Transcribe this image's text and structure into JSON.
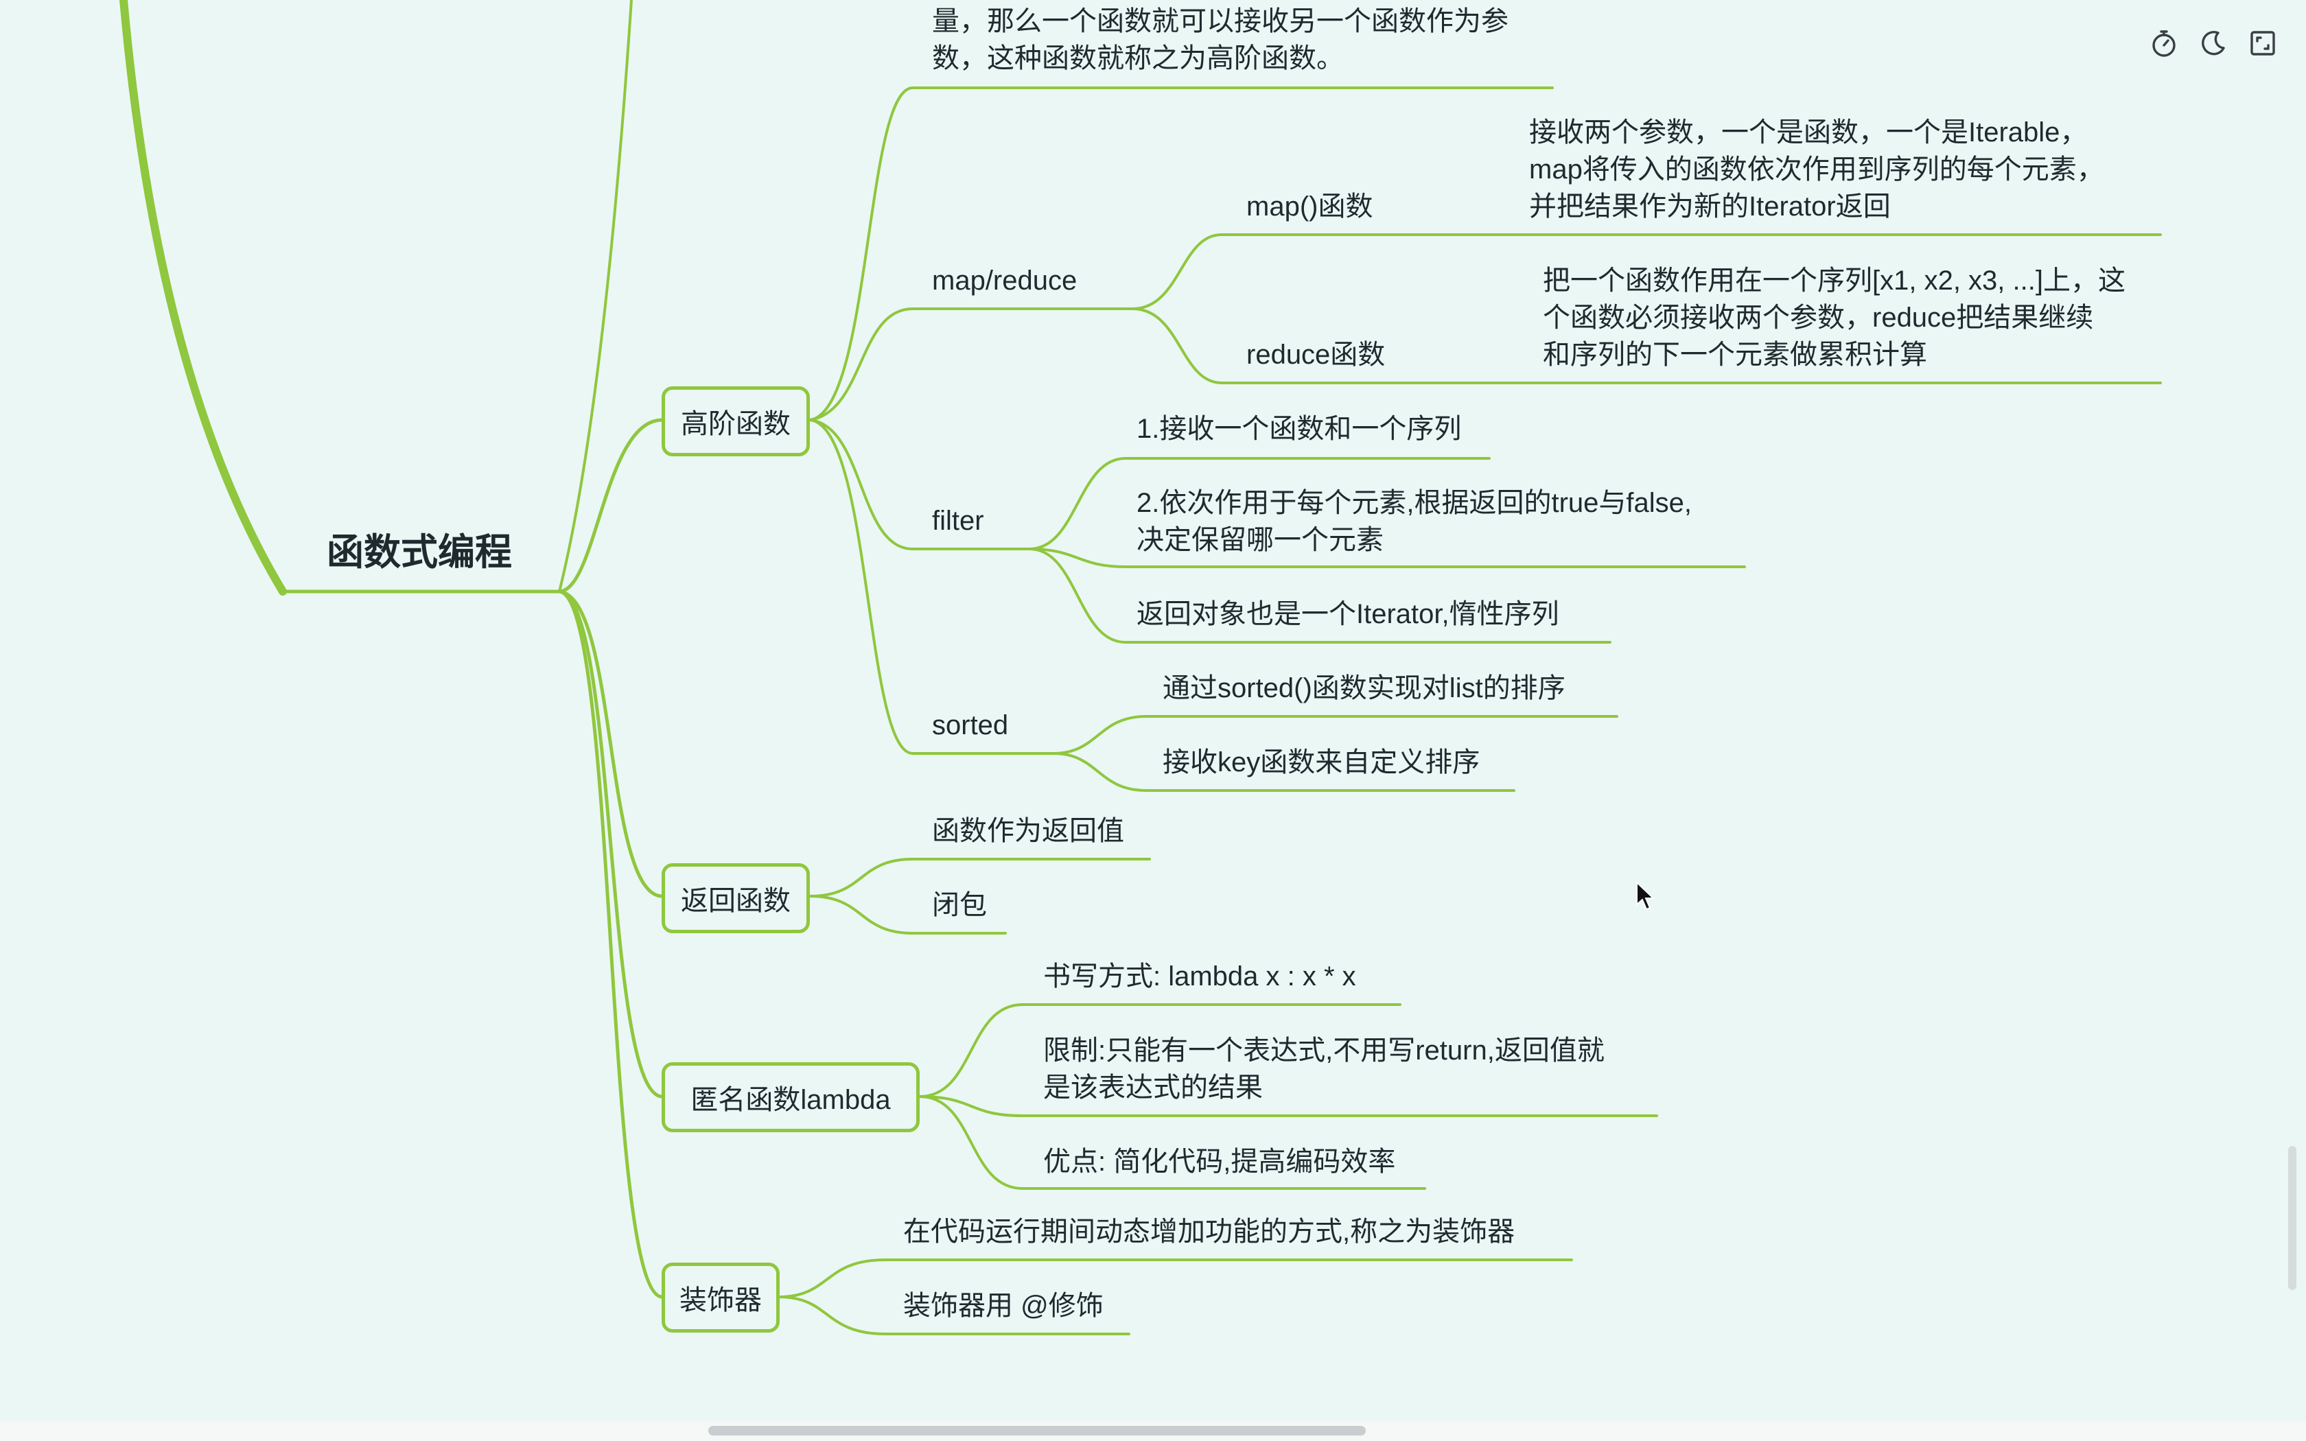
{
  "diagram": {
    "root": "函数式编程",
    "nodes": {
      "intro_line1": "量，那么一个函数就可以接收另一个函数作为参",
      "intro_line2": "数，这种函数就称之为高阶函数。",
      "higher_order": "高阶函数",
      "map_reduce": "map/reduce",
      "map_func": "map()函数",
      "map_desc_1": "接收两个参数，一个是函数，一个是Iterable，",
      "map_desc_2": "map将传入的函数依次作用到序列的每个元素，",
      "map_desc_3": "并把结果作为新的Iterator返回",
      "reduce_func": "reduce函数",
      "reduce_desc_1": "把一个函数作用在一个序列[x1, x2, x3, ...]上，这",
      "reduce_desc_2": "个函数必须接收两个参数，reduce把结果继续",
      "reduce_desc_3": "和序列的下一个元素做累积计算",
      "filter": "filter",
      "filter_1": "1.接收一个函数和一个序列",
      "filter_2a": "2.依次作用于每个元素,根据返回的true与false,",
      "filter_2b": "决定保留哪一个元素",
      "filter_3": "返回对象也是一个Iterator,惰性序列",
      "sorted": "sorted",
      "sorted_1": "通过sorted()函数实现对list的排序",
      "sorted_2": "接收key函数来自定义排序",
      "return_func": "返回函数",
      "return_1": "函数作为返回值",
      "return_2": "闭包",
      "lambda": "匿名函数lambda",
      "lambda_1": "书写方式: lambda x : x * x",
      "lambda_2a": "限制:只能有一个表达式,不用写return,返回值就",
      "lambda_2b": "是该表达式的结果",
      "lambda_3": "优点: 简化代码,提高编码效率",
      "decorator": "装饰器",
      "decorator_1": "在代码运行期间动态增加功能的方式,称之为装饰器",
      "decorator_2": "装饰器用 @修饰"
    }
  },
  "toolbar": {
    "icons": [
      "timer-icon",
      "moon-icon",
      "fullscreen-icon"
    ]
  },
  "colors": {
    "background": "#ebf7f5",
    "branch": "#8fc73e",
    "text": "#1e2a2e"
  }
}
